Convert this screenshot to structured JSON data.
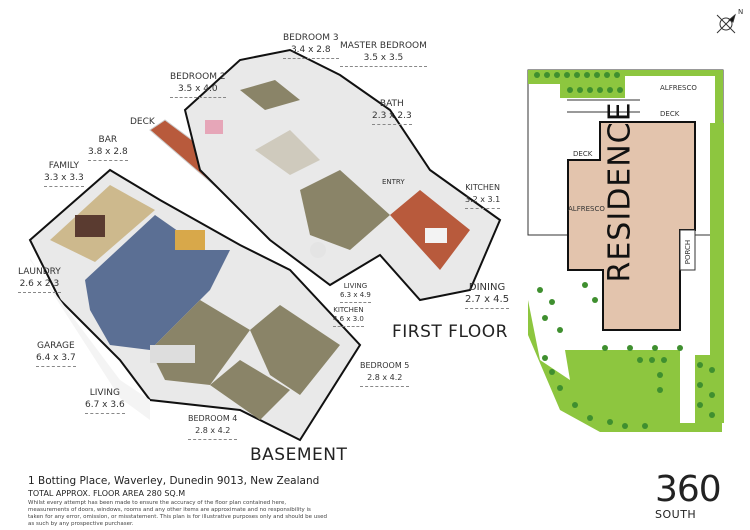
{
  "compass": {
    "label": "N"
  },
  "first_floor": {
    "title": "FIRST FLOOR",
    "rooms": [
      {
        "name": "BEDROOM 3",
        "size": "3.4 x 2.8"
      },
      {
        "name": "MASTER BEDROOM",
        "size": "3.5 x 3.5"
      },
      {
        "name": "BEDROOM 2",
        "size": "3.5 x 4.0"
      },
      {
        "name": "BATH",
        "size": "2.3 x 2.3"
      },
      {
        "name": "DECK",
        "size": ""
      },
      {
        "name": "ENTRY",
        "size": ""
      },
      {
        "name": "KITCHEN",
        "size": "3.2 x 3.1"
      },
      {
        "name": "LIVING",
        "size": "6.3 x 4.9"
      },
      {
        "name": "DINING",
        "size": "2.7 x 4.5"
      }
    ]
  },
  "basement": {
    "title": "BASEMENT",
    "rooms": [
      {
        "name": "BAR",
        "size": "3.8 x 2.8"
      },
      {
        "name": "FAMILY",
        "size": "3.3 x 3.3"
      },
      {
        "name": "LAUNDRY",
        "size": "2.6 x 2.3"
      },
      {
        "name": "GARAGE",
        "size": "6.4 x 3.7"
      },
      {
        "name": "LIVING",
        "size": "6.7 x 3.6"
      },
      {
        "name": "KITCHEN",
        "size": "4.6 x 3.0"
      },
      {
        "name": "BEDROOM 5",
        "size": "2.8 x 4.2"
      },
      {
        "name": "BEDROOM 4",
        "size": "2.8 x 4.2"
      }
    ]
  },
  "site_plan": {
    "building": "RESIDENCE",
    "labels": [
      "ALFRESCO",
      "DECK",
      "DECK",
      "ALFRESCO",
      "PORCH"
    ]
  },
  "footer": {
    "address": "1 Botting Place, Waverley, Dunedin 9013, New Zealand",
    "area": "TOTAL APPROX. FLOOR AREA 280 SQ.M",
    "disclaimer": "Whilst every attempt has been made to ensure the accuracy of the floor plan contained here, measurements of doors, windows, rooms and any other items are approximate and no responsibility is taken for any error, omission, or misstatement. This plan is for illustrative purposes only and should be used as such by any prospective purchaser."
  },
  "logo": {
    "number": "360",
    "text": "SOUTH"
  },
  "colors": {
    "residence": "#e3c4ad",
    "lawn": "#8dc63f",
    "tree": "#3f8f2f",
    "deck": "#b85a3c",
    "carpet": "#5b6f94",
    "floor": "#8a8468"
  }
}
